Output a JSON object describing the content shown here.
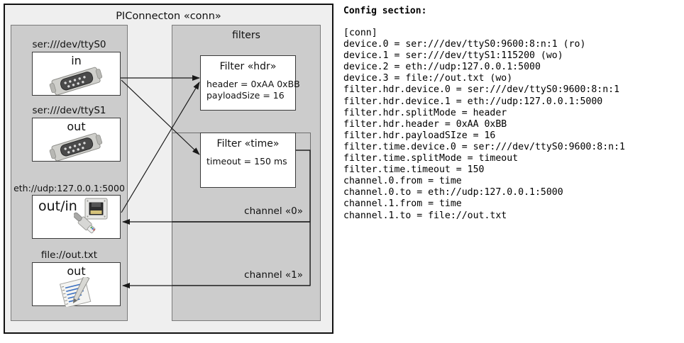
{
  "diagram": {
    "title": "PIConnecton «conn»",
    "devices_group": {
      "title": ""
    },
    "filters_group": {
      "title": "filters"
    },
    "devices": [
      {
        "label": "ser:///dev/ttyS0",
        "mode": "in",
        "icon": "serial-port-icon"
      },
      {
        "label": "ser:///dev/ttyS1",
        "mode": "out",
        "icon": "serial-port-icon"
      },
      {
        "label": "eth://udp:127.0.0.1:5000",
        "mode": "out/in",
        "icon": "ethernet-jack-icon"
      },
      {
        "label": "file://out.txt",
        "mode": "out",
        "icon": "text-file-icon"
      }
    ],
    "filters": [
      {
        "title": "Filter «hdr»",
        "props": "header = 0xAA 0xBB\npayloadSize = 16"
      },
      {
        "title": "Filter «time»",
        "props": "timeout = 150 ms"
      }
    ],
    "channels": [
      {
        "label": "channel «0»"
      },
      {
        "label": "channel «1»"
      }
    ]
  },
  "config": {
    "heading": "Config section:",
    "text": "[conn]\ndevice.0 = ser:///dev/ttyS0:9600:8:n:1 (ro)\ndevice.1 = ser:///dev/ttyS1:115200 (wo)\ndevice.2 = eth://udp:127.0.0.1:5000\ndevice.3 = file://out.txt (wo)\nfilter.hdr.device.0 = ser:///dev/ttyS0:9600:8:n:1\nfilter.hdr.device.1 = eth://udp:127.0.0.1:5000\nfilter.hdr.splitMode = header\nfilter.hdr.header = 0xAA 0xBB\nfilter.hdr.payloadSIze = 16\nfilter.time.device.0 = ser:///dev/ttyS0:9600:8:n:1\nfilter.time.splitMode = timeout\nfilter.time.timeout = 150\nchannel.0.from = time\nchannel.0.to = eth://udp:127.0.0.1:5000\nchannel.1.from = time\nchannel.1.to = file://out.txt"
  },
  "colors": {
    "page_bg": "#ffffff",
    "outer_bg": "#efefef",
    "group_bg": "#cccccc",
    "card_bg": "#ffffff",
    "line": "#1a1a1a"
  }
}
